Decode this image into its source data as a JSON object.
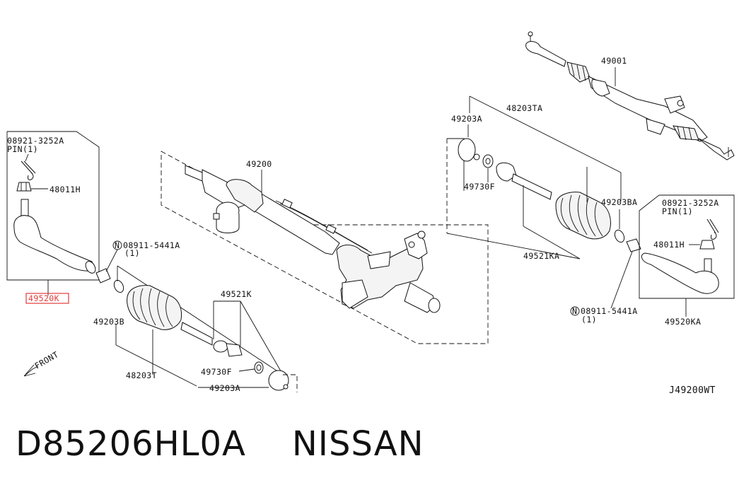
{
  "caption": "D85206HL0A    NISSAN",
  "diagram_code": "J49200WT",
  "labels": {
    "p08921_left": "08921-3252A",
    "pin_left": "PIN(1)",
    "p48011h_left": "48011H",
    "p49520k": "49520K",
    "p08911_left": "08911-5441A",
    "qty_left": "(1)",
    "p49203b": "49203B",
    "p48203t": "48203T",
    "p49521k": "49521K",
    "p49730f_left": "49730F",
    "p49203a_left": "49203A",
    "p49200": "49200",
    "p49203a_right": "49203A",
    "p48203ta": "48203TA",
    "p49730f_right": "49730F",
    "p49203ba": "49203BA",
    "p49521ka": "49521KA",
    "p49001": "49001",
    "p08921_right": "08921-3252A",
    "pin_right": "PIN(1)",
    "p48011h_right": "48011H",
    "p08911_right": "08911-5441A",
    "qty_right": "(1)",
    "p49520ka": "49520KA",
    "front": "FRONT",
    "n_symbol": "N"
  },
  "highlight_color": "#e23b3b"
}
